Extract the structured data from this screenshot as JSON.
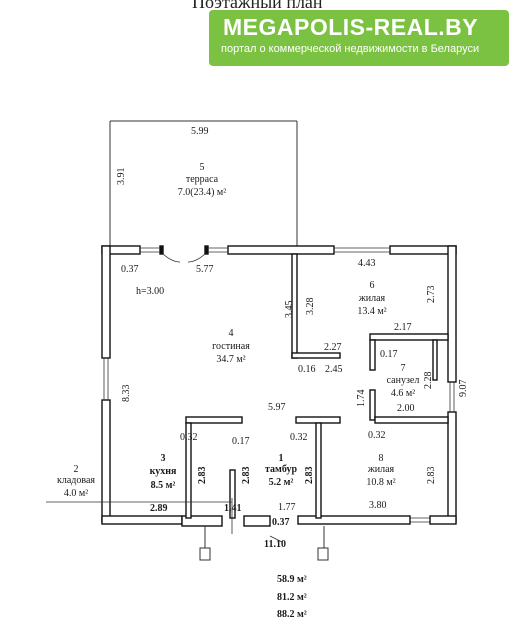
{
  "header": {
    "plan_title": "Поэтажный план"
  },
  "banner": {
    "title": "MEGAPOLIS-REAL.BY",
    "subtitle": "портал о коммерческой недвижимости в Беларуси",
    "color": "#7cc242"
  },
  "rooms": {
    "terrace": {
      "number": "5",
      "name": "терраса",
      "area": "7.0(23.4) м²"
    },
    "bedroom6": {
      "number": "6",
      "name": "жилая",
      "area": "13.4 м²"
    },
    "living": {
      "number": "4",
      "name": "гостиная",
      "area": "34.7 м²"
    },
    "bathroom": {
      "number": "7",
      "name": "санузел",
      "area": "4.6 м²"
    },
    "kitchen": {
      "number": "3",
      "name": "кухня",
      "area": "8.5 м²"
    },
    "vestibule": {
      "number": "1",
      "name": "тамбур",
      "area": "5.2 м²"
    },
    "bedroom8": {
      "number": "8",
      "name": "жилая",
      "area": "10.8 м²"
    },
    "storage": {
      "number": "2",
      "name": "кладовая",
      "area": "4.0 м²"
    }
  },
  "ceiling_height": "h=3.00",
  "dimensions": {
    "d_5_99": "5.99",
    "d_3_91": "3.91",
    "d_0_37_a": "0.37",
    "d_5_77": "5.77",
    "d_4_43": "4.43",
    "d_3_45": "3.45",
    "d_3_28": "3.28",
    "d_2_73": "2.73",
    "d_2_17": "2.17",
    "d_2_27": "2.27",
    "d_0_17_a": "0.17",
    "d_8_33": "8.33",
    "d_0_16": "0.16",
    "d_2_45": "2.45",
    "d_2_28": "2.28",
    "d_9_07": "9.07",
    "d_1_74": "1.74",
    "d_2_00": "2.00",
    "d_5_97": "5.97",
    "d_0_32_a": "0.32",
    "d_0_17_b": "0.17",
    "d_0_32_b": "0.32",
    "d_0_32_c": "0.32",
    "d_2_83_a": "2.83",
    "d_2_83_b": "2.83",
    "d_2_83_c": "2.83",
    "d_2_83_d": "2.83",
    "d_1_77": "1.77",
    "d_2_89": "2.89",
    "d_1_41": "1.41",
    "d_0_37_b": "0.37",
    "d_3_80": "3.80",
    "d_11_10": "11.10"
  },
  "totals": [
    "58.9 м²",
    "81.2 м²",
    "88.2 м²"
  ]
}
